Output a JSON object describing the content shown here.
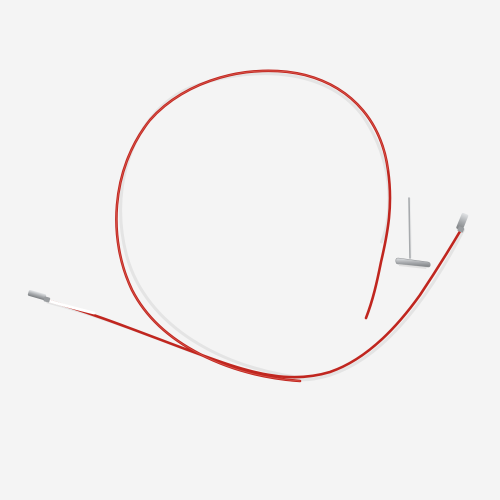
{
  "scene": {
    "background_color": "#f4f4f4",
    "cable_color": "#c0261f",
    "cable_highlight": "#e04a40",
    "metal_color": "#b9bcbf",
    "metal_dark": "#8a8d90",
    "objects": [
      "red-interchangeable-needle-cable",
      "metal-connector-left",
      "metal-connector-right",
      "t-key-tightening-pin"
    ]
  }
}
